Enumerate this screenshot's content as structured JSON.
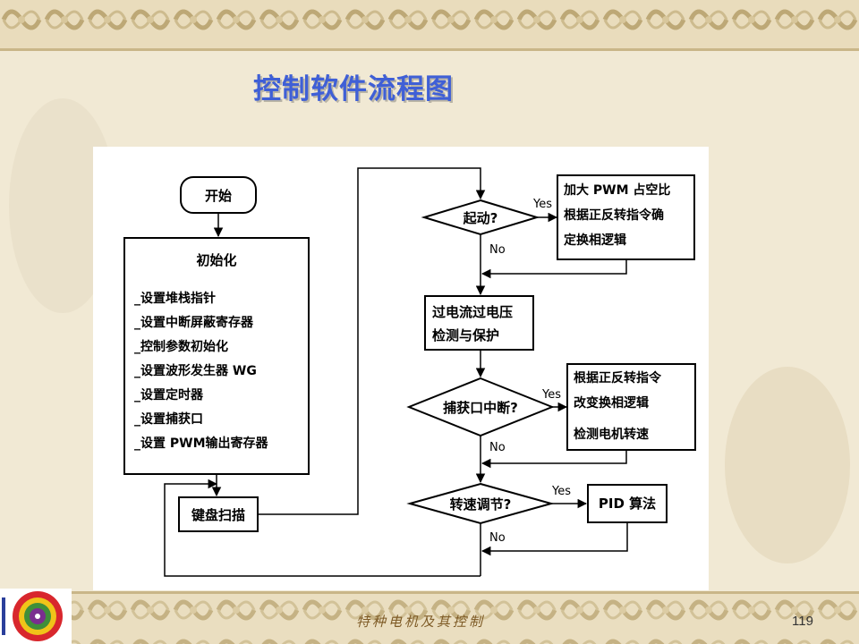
{
  "slide": {
    "title": "控制软件流程图",
    "footer": "特种电机及其控制",
    "page_number": "119",
    "accent_color": "#3f5fd6"
  },
  "flowchart": {
    "start": "开始",
    "init_title": "初始化",
    "init_items": [
      "_设置堆栈指针",
      "_设置中断屏蔽寄存器",
      "_控制参数初始化",
      "_设置波形发生器 WG",
      "_设置定时器",
      "_设置捕获口",
      "_设置 PWM输出寄存器"
    ],
    "keyboard_scan": "键盘扫描",
    "decision_start": "起动?",
    "start_yes_action": [
      "加大 PWM 占空比",
      "根据正反转指令确",
      "定换相逻辑"
    ],
    "protection": [
      "过电流过电压",
      "检测与保护"
    ],
    "decision_capture": "捕获口中断?",
    "capture_yes_action": [
      "根据正反转指令",
      "改变换相逻辑",
      "检测电机转速"
    ],
    "decision_speed": "转速调节?",
    "speed_yes_action": "PID 算法",
    "yes_label": "Yes",
    "no_label": "No"
  }
}
